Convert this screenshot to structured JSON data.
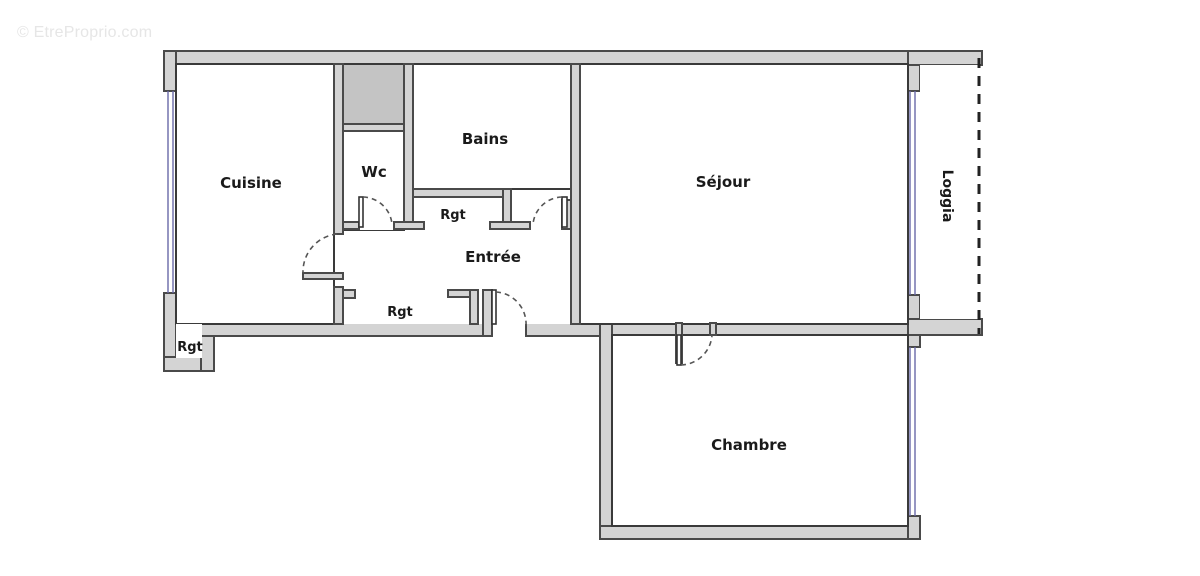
{
  "watermark": "© EtreProprio.com",
  "plan": {
    "rooms": [
      {
        "id": "cuisine",
        "label": "Cuisine"
      },
      {
        "id": "wc",
        "label": "Wc"
      },
      {
        "id": "bains",
        "label": "Bains"
      },
      {
        "id": "rgt_bains",
        "label": "Rgt"
      },
      {
        "id": "entree",
        "label": "Entrée"
      },
      {
        "id": "rgt_entree",
        "label": "Rgt"
      },
      {
        "id": "rgt_cuisine",
        "label": "Rgt"
      },
      {
        "id": "sejour",
        "label": "Séjour"
      },
      {
        "id": "loggia",
        "label": "Loggia"
      },
      {
        "id": "chambre",
        "label": "Chambre"
      }
    ],
    "colors": {
      "wall_fill": "#d4d4d4",
      "wall_stroke": "#4a4a4a",
      "shaft_fill": "#c4c4c4",
      "window": "#6a6aa8",
      "text": "#1a1a1a"
    }
  }
}
